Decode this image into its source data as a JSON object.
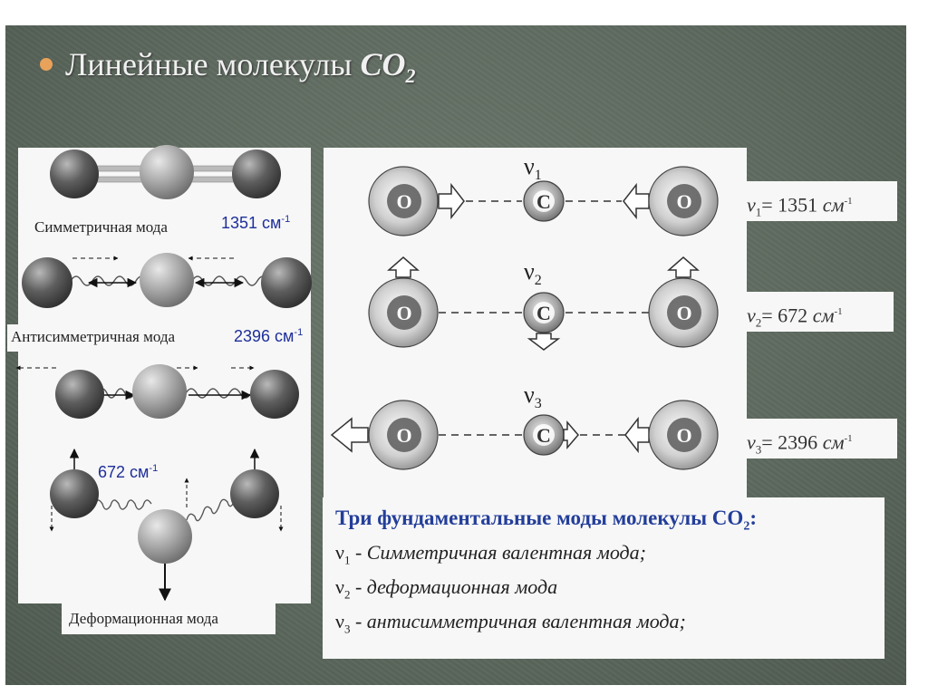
{
  "title": {
    "text": "Линейные молекулы",
    "formula": "CO",
    "subscript": "2"
  },
  "left_panel": {
    "symmetric_label": "Симметричная мода",
    "symmetric_freq": "1351 см",
    "antisymmetric_label": "Антисимметричная мода",
    "antisymmetric_freq": "2396 см",
    "bending_freq": "672 см",
    "bending_label": "Деформационная мода",
    "freq_exp": "-1"
  },
  "right_panel": {
    "atom_o": "O",
    "atom_c": "C",
    "mode_glyph": "ν",
    "modes": [
      {
        "index": "1",
        "sub": "1",
        "value": "= 1351",
        "unit": "см",
        "exp": "-1"
      },
      {
        "index": "2",
        "sub": "2",
        "value": "= 672",
        "unit": "см",
        "exp": "-1"
      },
      {
        "index": "3",
        "sub": "3",
        "value": "= 2396",
        "unit": "см",
        "exp": "-1"
      }
    ]
  },
  "legend": {
    "title": "Три фундаментальные моды молекулы CO",
    "title_sub": "2",
    "title_end": ":",
    "nu": "ν",
    "items": [
      {
        "sub": "1",
        "text": " - Симметричная валентная мода;"
      },
      {
        "sub": "2",
        "text": " - деформационная мода"
      },
      {
        "sub": "3",
        "text": " - антисимметричная валентная мода;"
      }
    ]
  },
  "colors": {
    "slide_bg": "#5f6b60",
    "panel_bg": "#f7f7f7",
    "accent_blue": "#1e2f9a",
    "bullet": "#e8a25a"
  }
}
